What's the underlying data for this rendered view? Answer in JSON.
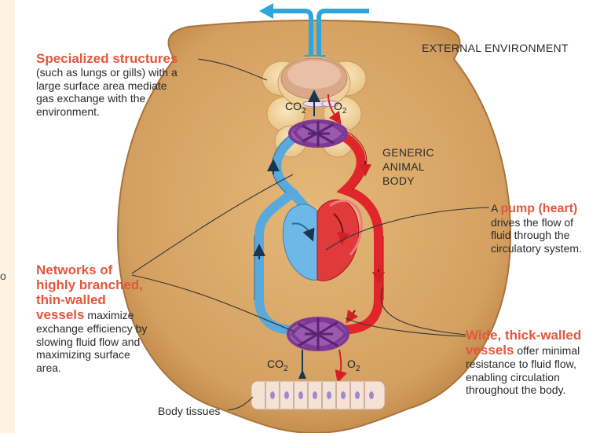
{
  "labels": {
    "external_environment": "EXTERNAL ENVIRONMENT",
    "generic_body": [
      "GENERIC",
      "ANIMAL",
      "BODY"
    ],
    "specialized": {
      "title": "Specialized structures",
      "body": [
        "(such as lungs or gills) with a",
        "large surface area mediate",
        "gas exchange with the",
        "environment."
      ]
    },
    "pump": {
      "prefix": "A ",
      "title": "pump (heart)",
      "body": [
        "drives the flow of",
        "fluid through the",
        "circulatory system."
      ]
    },
    "networks": {
      "title": [
        "Networks of",
        "highly branched,",
        "thin-walled"
      ],
      "title_last": "vessels",
      "first_line_rest": " maximize",
      "body": [
        "exchange efficiency by",
        "slowing fluid flow and",
        "maximizing surface",
        "area."
      ]
    },
    "wide": {
      "title": "Wide, thick-walled",
      "title_last": "vessels",
      "first_line_rest": " offer minimal",
      "body": [
        "resistance to fluid flow,",
        "enabling circulation",
        "throughout the body."
      ]
    },
    "body_tissues": "Body tissues",
    "co2_top": "CO",
    "o2_top": "O",
    "co2_bottom": "CO",
    "o2_bottom": "O",
    "subscript": "2",
    "edge_fragment": "o"
  },
  "colors": {
    "body_fill": "#d4a466",
    "body_stroke": "#a9733c",
    "red_vessel": "#e0262b",
    "blue_vessel": "#5aa9dd",
    "capillary": "#7e3a92",
    "air_arrow": "#2fa5dc",
    "highlight_text": "#e2573d"
  }
}
